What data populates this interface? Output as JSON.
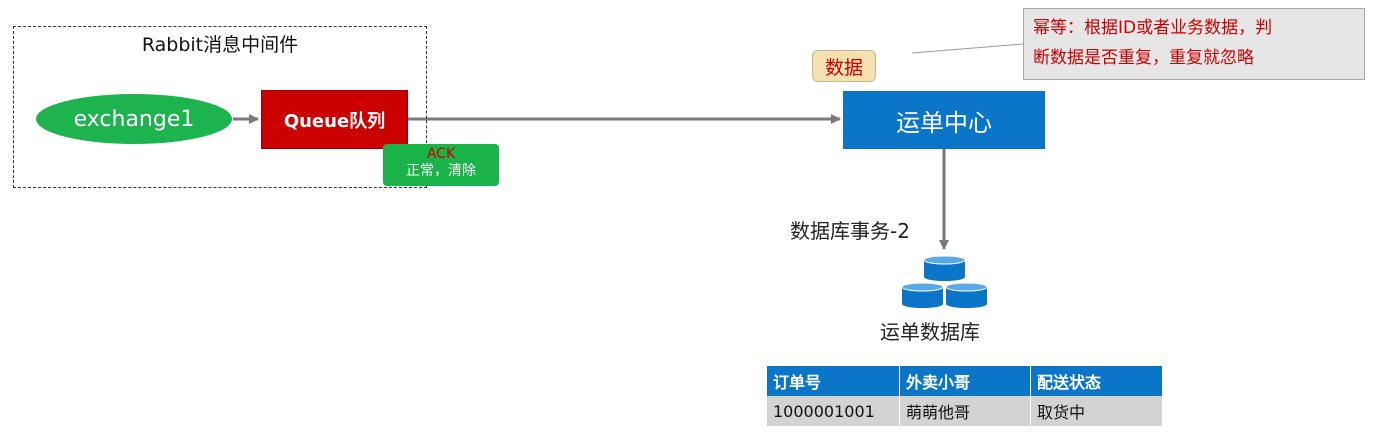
{
  "mq": {
    "title": "Rabbit消息中间件",
    "exchange_label": "exchange1",
    "queue_label": "Queue队列",
    "ack_label": "ACK",
    "ack_sub": "正常，清除"
  },
  "data_tag": "数据",
  "note": {
    "line1": "幂等：根据ID或者业务数据，判",
    "line2": "断数据是否重复，重复就忽略"
  },
  "center_label": "运单中心",
  "transaction_label": "数据库事务-2",
  "database_label": "运单数据库",
  "table": {
    "headers": [
      "订单号",
      "外卖小哥",
      "配送状态"
    ],
    "rows": [
      [
        "1000001001",
        "萌萌他哥",
        "取货中"
      ]
    ]
  },
  "colors": {
    "accent_blue": "#0b76c8",
    "queue_red": "#cc0000",
    "exchange_green": "#1db34f",
    "ack_green": "#19b34a",
    "table_row_gray": "#d3d3d3",
    "note_gray": "#e6e6e6"
  }
}
